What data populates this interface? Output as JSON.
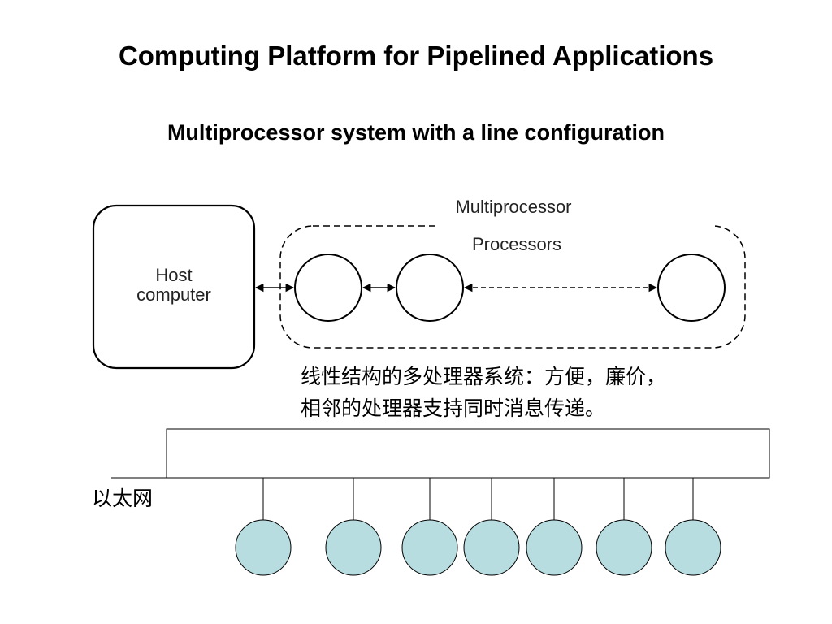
{
  "slide": {
    "title": "Computing Platform for Pipelined Applications",
    "subtitle": "Multiprocessor system with a line configuration"
  },
  "diagram": {
    "host_label_line1": "Host",
    "host_label_line2": "computer",
    "multiprocessor_label": "Multiprocessor",
    "processors_label": "Processors",
    "processor_count_shown": 3,
    "caption_line1": "线性结构的多处理器系统：方便，廉价，",
    "caption_line2": "相邻的处理器支持同时消息传递。",
    "ethernet_label": "以太网",
    "ethernet_node_count": 7,
    "colors": {
      "node_fill": "#b8dde0",
      "stroke": "#000000"
    }
  }
}
